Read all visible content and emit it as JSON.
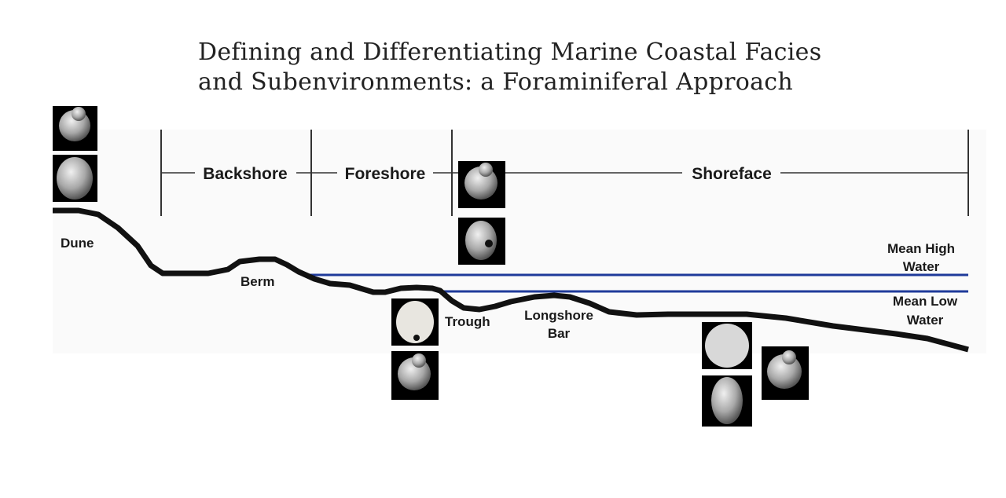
{
  "title": {
    "line1": "Defining and Differentiating Marine Coastal Facies",
    "line2": "and Subenvironments: a Foraminiferal Approach"
  },
  "zones": {
    "backshore": "Backshore",
    "foreshore": "Foreshore",
    "shoreface": "Shoreface"
  },
  "features": {
    "dune": "Dune",
    "berm": "Berm",
    "trough": "Trough",
    "longshore_bar_1": "Longshore",
    "longshore_bar_2": "Bar"
  },
  "water_levels": {
    "mhw_1": "Mean High",
    "mhw_2": "Water",
    "mlw_1": "Mean Low",
    "mlw_2": "Water",
    "color": "#1f3a9a"
  }
}
